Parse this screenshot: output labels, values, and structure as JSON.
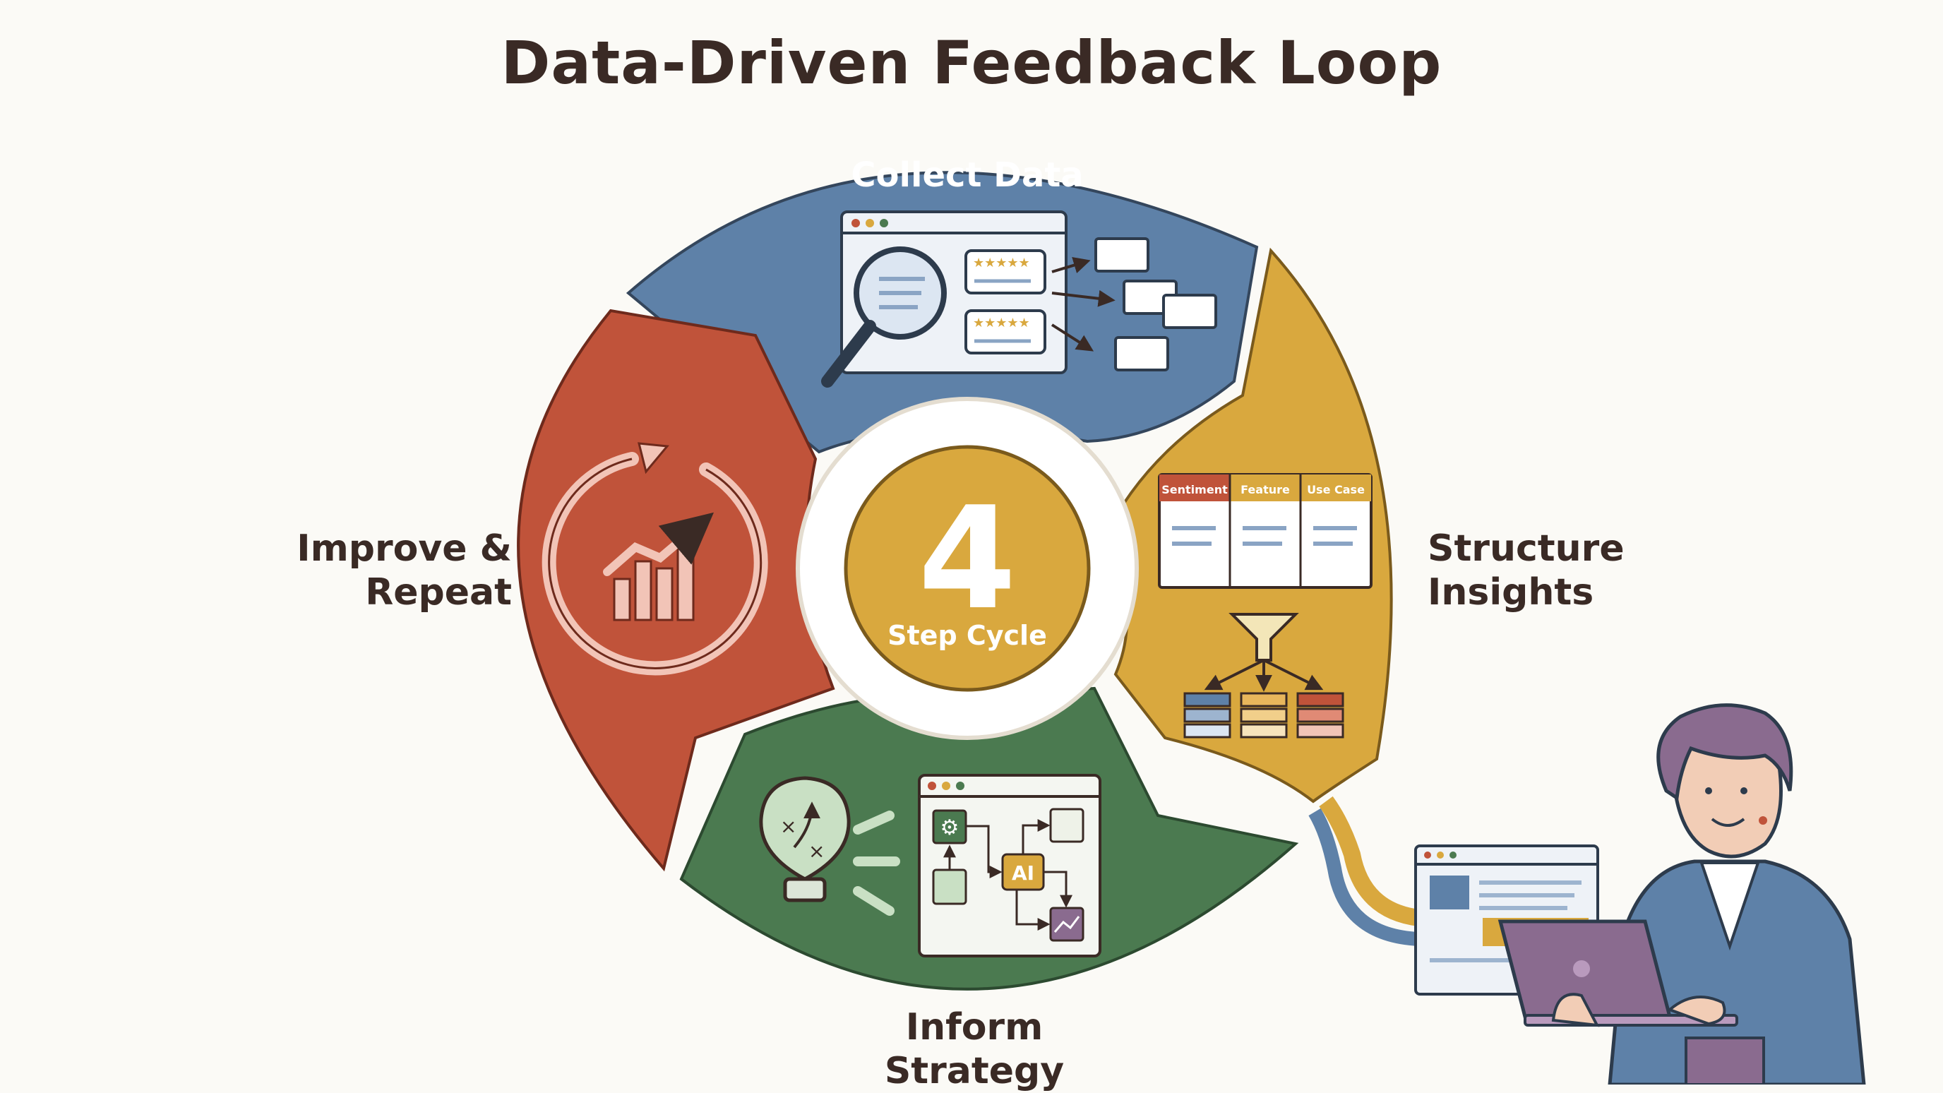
{
  "title": "Data-Driven Feedback Loop",
  "hub": {
    "number": "4",
    "caption": "Step Cycle"
  },
  "steps": [
    {
      "label": "Collect Data",
      "color": "#5e81a8"
    },
    {
      "label": "Structure Insights",
      "color": "#d9a83e"
    },
    {
      "label": "Inform Strategy",
      "color": "#4b7a50"
    },
    {
      "label": "Improve & Repeat",
      "color": "#c0533a"
    }
  ],
  "structure_table_headers": [
    "Sentiment",
    "Feature",
    "Use Case"
  ],
  "ai_chip": "AI",
  "colors": {
    "hub": "#d9a83e",
    "background": "#fbfaf6",
    "ink": "#3a2a25"
  }
}
